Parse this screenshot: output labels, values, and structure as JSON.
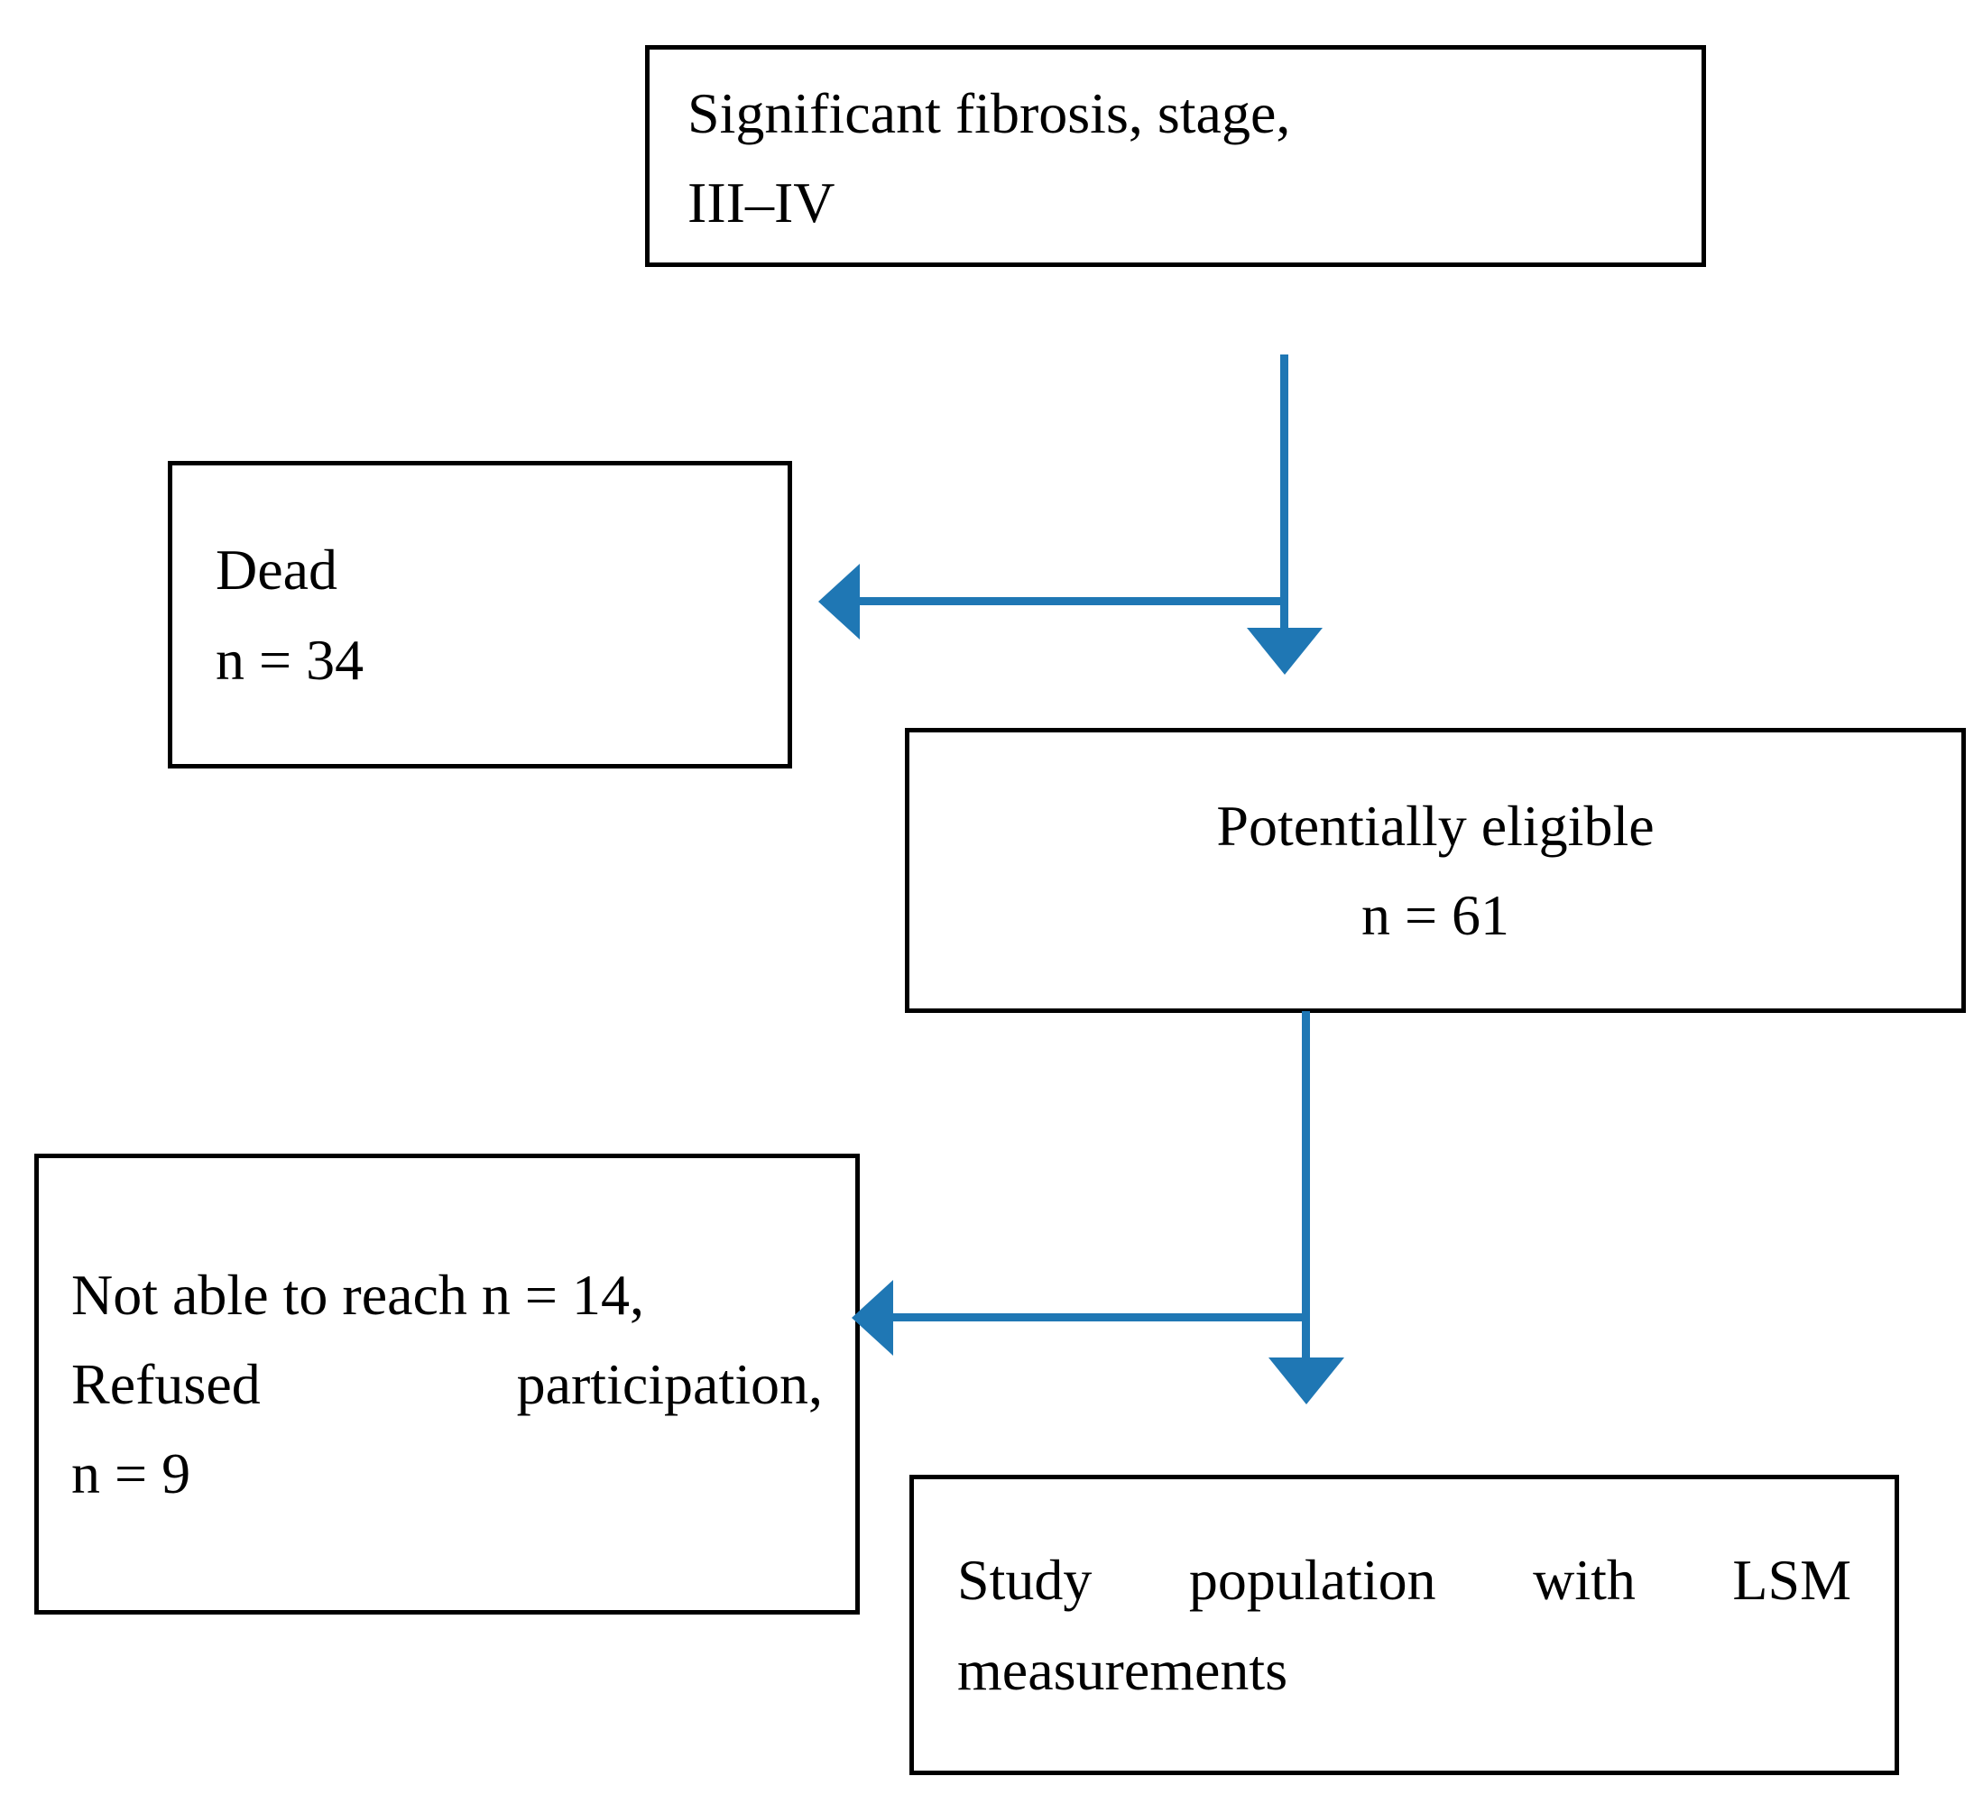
{
  "diagram": {
    "type": "flowchart",
    "title": "Study population flow diagram",
    "accent_color": "#1F77B4",
    "box_border_color": "#000000",
    "background_color": "#FFFFFF",
    "nodes": [
      {
        "id": "fibrosis",
        "lines": [
          "Significant fibrosis, stage,",
          "III–IV"
        ],
        "align": "left"
      },
      {
        "id": "dead",
        "lines": [
          "Dead",
          "n = 34"
        ],
        "align": "left"
      },
      {
        "id": "eligible",
        "lines": [
          "Potentially eligible",
          "n = 61"
        ],
        "align": "center"
      },
      {
        "id": "notreach",
        "lines": [
          "Not able to reach n = 14,",
          "Refused",
          "participation,",
          "n = 9"
        ],
        "align": "left"
      },
      {
        "id": "study",
        "lines": [
          "Study",
          "population",
          "with",
          "LSM",
          "measurements"
        ],
        "align": "justify"
      }
    ],
    "edges": [
      {
        "id": "fibrosis-to-eligible",
        "from": "fibrosis",
        "to": "eligible",
        "style": "arrow-down"
      },
      {
        "id": "fibrosis-to-dead",
        "from": "fibrosis",
        "to": "dead",
        "style": "arrow-left"
      },
      {
        "id": "eligible-to-study",
        "from": "eligible",
        "to": "study",
        "style": "arrow-down"
      },
      {
        "id": "eligible-to-notreach",
        "from": "eligible",
        "to": "notreach",
        "style": "arrow-left"
      }
    ]
  },
  "text": {
    "fibrosis_l1": "Significant fibrosis, stage,",
    "fibrosis_l2": "III–IV",
    "dead_l1": "Dead",
    "dead_l2": "n = 34",
    "eligible_l1": "Potentially eligible",
    "eligible_l2": "n = 61",
    "notreach_l1": "Not able to reach n = 14,",
    "notreach_l2a": "Refused",
    "notreach_l2b": "participation,",
    "notreach_l3": "n = 9",
    "study_l1a": "Study",
    "study_l1b": "population",
    "study_l1c": "with",
    "study_l1d": "LSM",
    "study_l2": "measurements"
  }
}
